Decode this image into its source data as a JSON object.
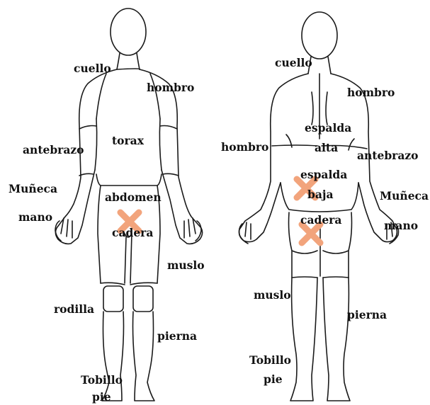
{
  "figures": {
    "front": {
      "labels": {
        "cuello": "cuello",
        "hombro": "hombro",
        "torax": "torax",
        "antebrazo": "antebrazo",
        "muneca": "Muñeca",
        "mano": "mano",
        "abdomen": "abdomen",
        "cadera": "cadera",
        "muslo": "muslo",
        "rodilla": "rodilla",
        "pierna": "pierna",
        "tobillo": "Tobillo",
        "pie": "pie"
      },
      "markers": [
        "cadera"
      ]
    },
    "back": {
      "labels": {
        "cuello": "cuello",
        "hombro_right": "hombro",
        "hombro_left": "hombro",
        "espalda_alta_1": "espalda",
        "espalda_alta_2": "alta",
        "antebrazo": "antebrazo",
        "espalda_baja_1": "espalda",
        "espalda_baja_2": "baja",
        "muneca": "Muñeca",
        "mano": "mano",
        "cadera": "cadera",
        "muslo": "muslo",
        "pierna": "pierna",
        "tobillo": "Tobillo",
        "pie": "pie"
      },
      "markers": [
        "espalda baja",
        "cadera"
      ]
    }
  },
  "colors": {
    "outline": "#1a1a1a",
    "marker": "#f2a47c"
  }
}
